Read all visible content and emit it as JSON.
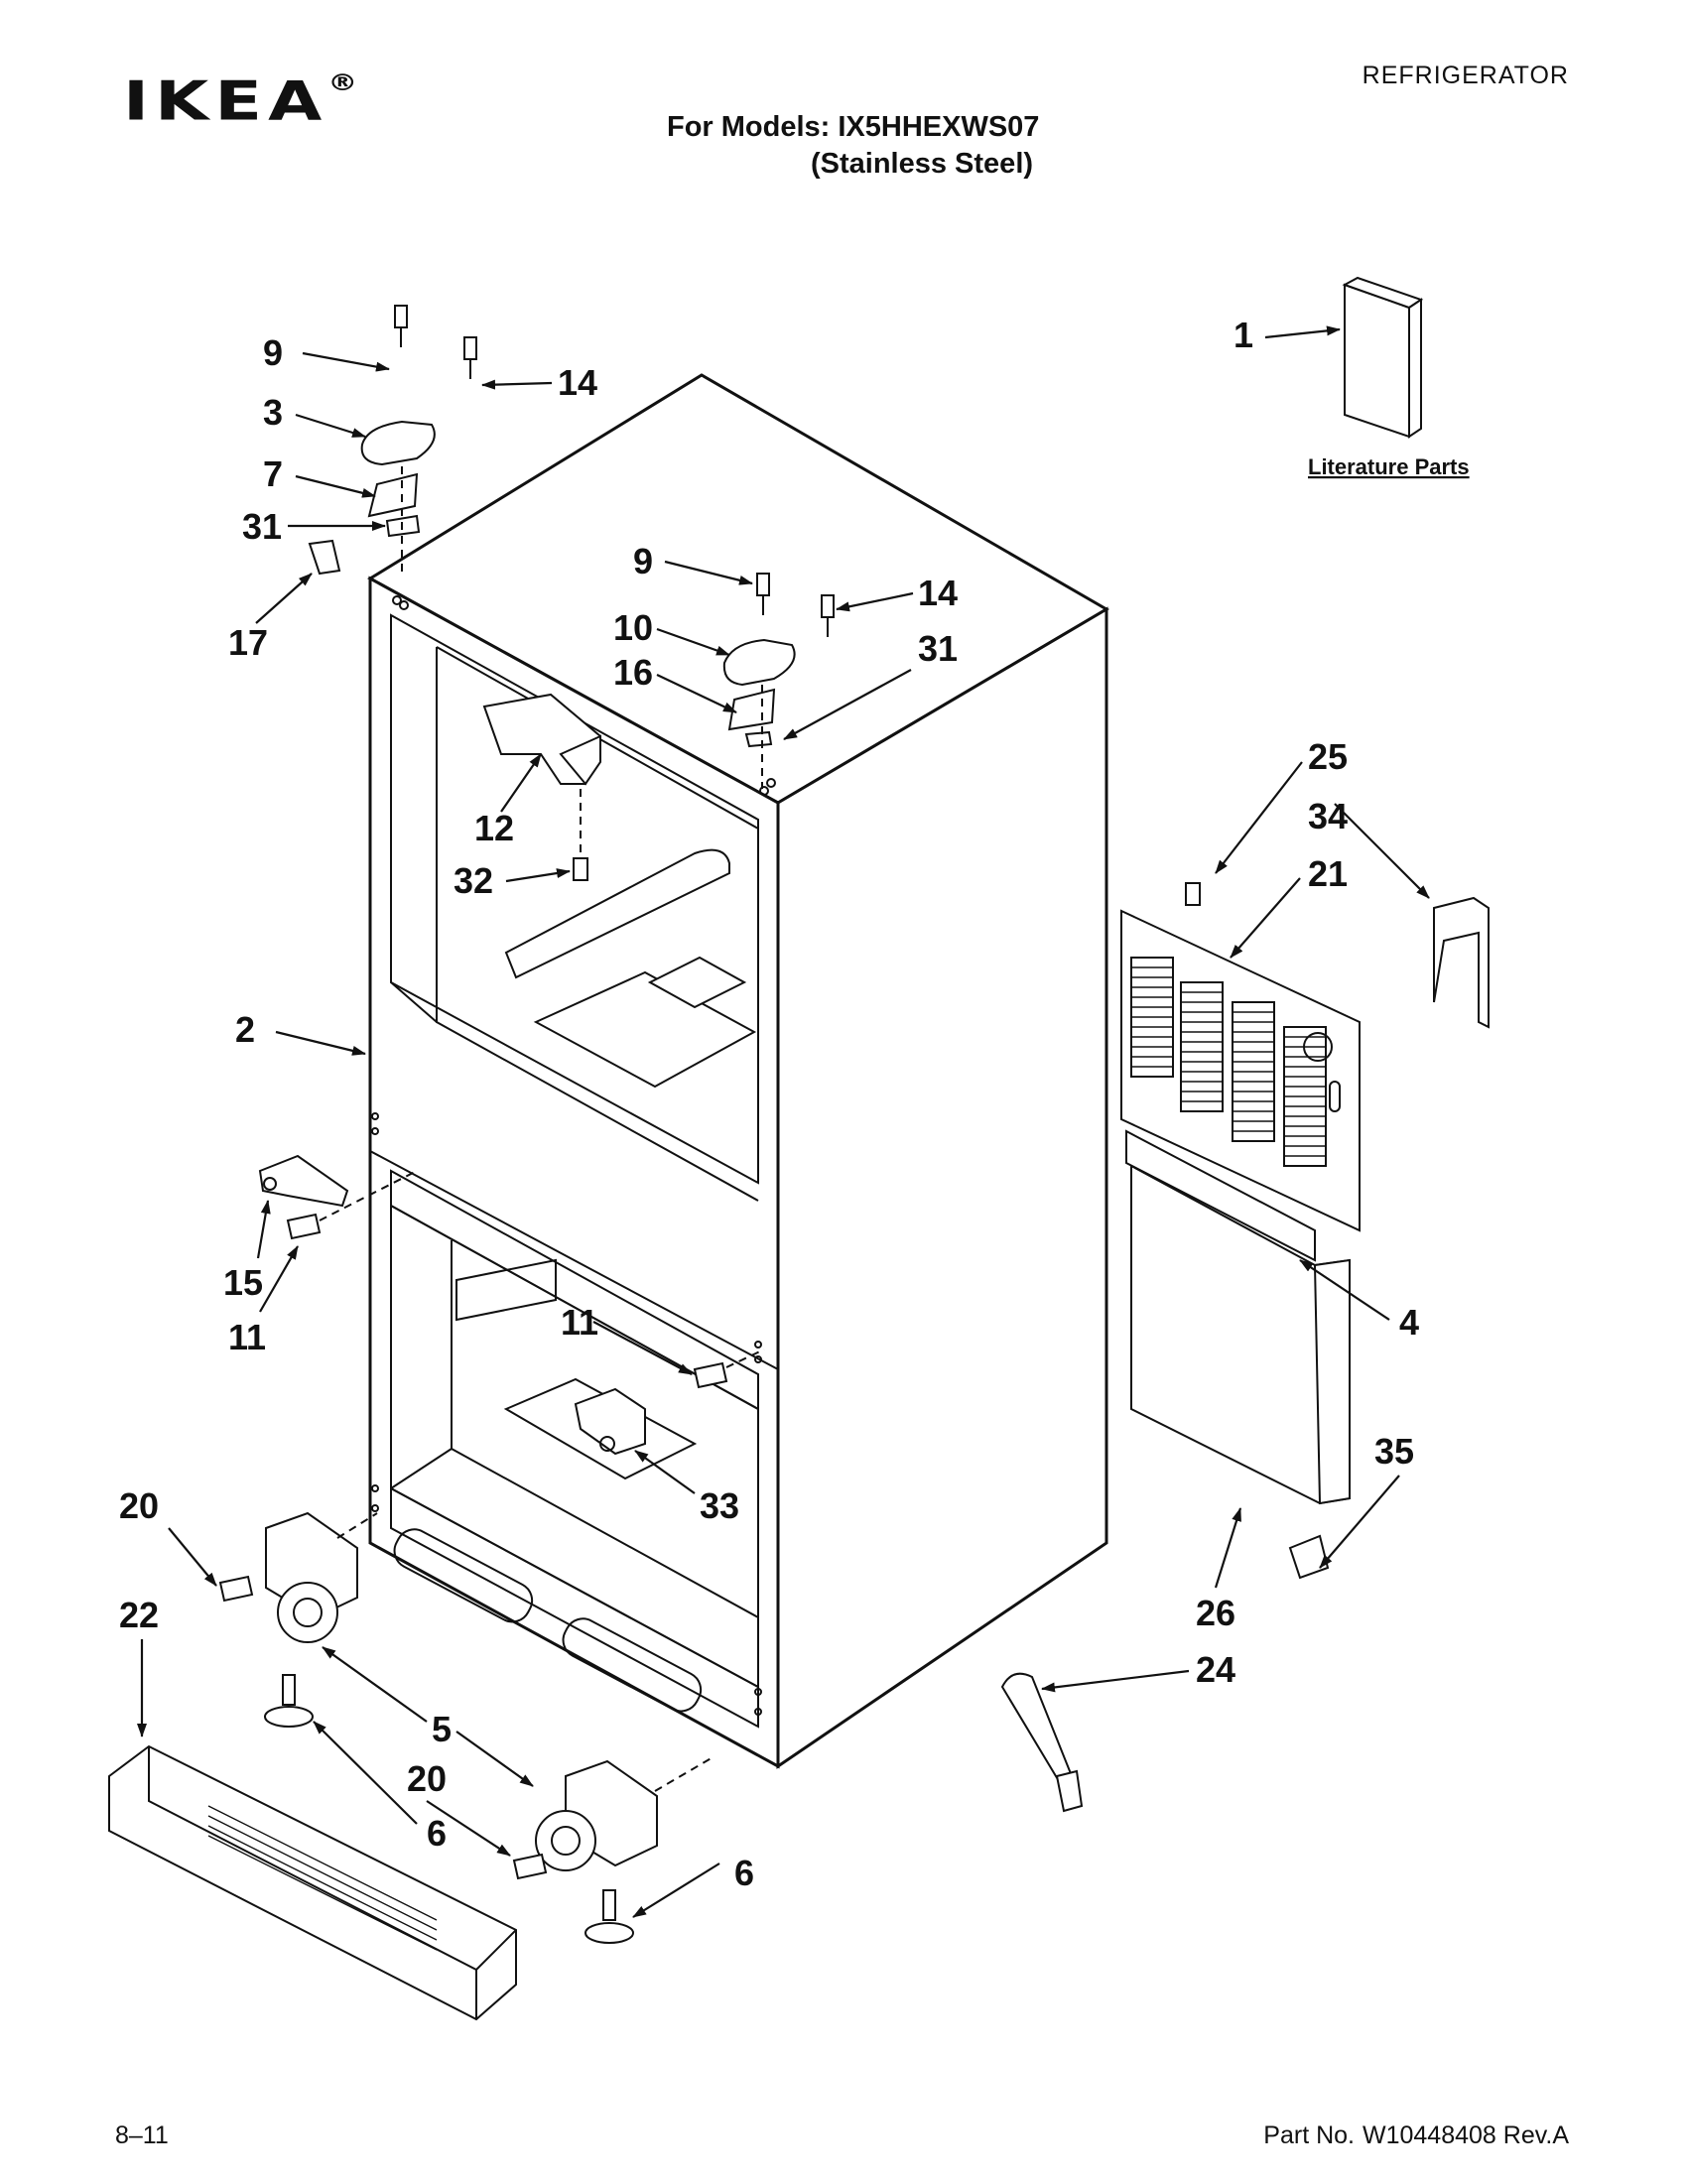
{
  "header": {
    "brand": "IKEA",
    "brand_mark": "®",
    "category": "REFRIGERATOR",
    "models_label": "For Models:",
    "model_number": "IX5HHEXWS07",
    "finish": "(Stainless Steel)"
  },
  "diagram": {
    "literature_label": "Literature Parts",
    "callouts": [
      "1",
      "2",
      "3",
      "4",
      "5",
      "6",
      "6",
      "7",
      "9",
      "9",
      "10",
      "11",
      "11",
      "12",
      "14",
      "14",
      "15",
      "16",
      "17",
      "20",
      "20",
      "21",
      "22",
      "24",
      "25",
      "26",
      "31",
      "31",
      "32",
      "33",
      "34",
      "35"
    ]
  },
  "footer": {
    "date_code": "8–11",
    "part_no_label": "Part No.",
    "part_no": "W10448408 Rev.A"
  }
}
